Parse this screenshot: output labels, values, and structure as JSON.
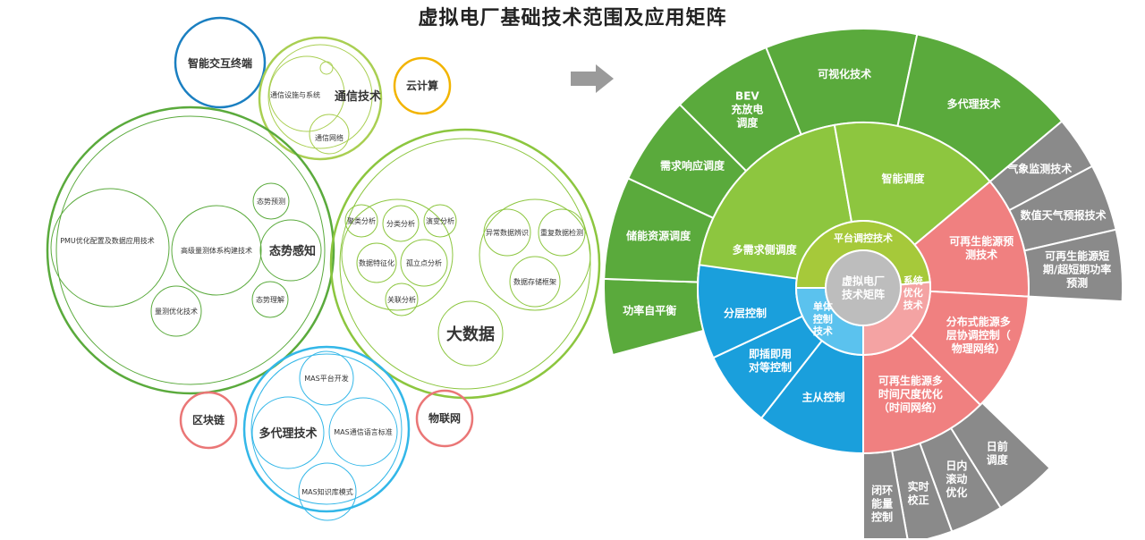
{
  "title": "虚拟电厂基础技术范围及应用矩阵",
  "bubbles": {
    "smart_terminal": "智能交互终端",
    "comm": "通信技术",
    "comm_devices": "通信设施与系统",
    "comm_network": "通信网络",
    "cloud": "云计算",
    "situation": "态势感知",
    "sit_predict": "态势预测",
    "sit_pmu": "PMU优化配置及数据应用技术",
    "sit_highdim": "高级量测体系构建技术",
    "sit_understand": "态势理解",
    "sit_measure": "量测优化技术",
    "bigdata": "大数据",
    "bd_cluster": "聚类分析",
    "bd_classify": "分类分析",
    "bd_evolve": "演变分析",
    "bd_feature": "数据特征化",
    "bd_outlier": "孤立点分析",
    "bd_assoc": "关联分析",
    "bd_anomaly": "异常数据辨识",
    "bd_duplicate": "重复数据检测",
    "bd_storage": "数据存储框架",
    "multiagent": "多代理技术",
    "ma_platform": "MAS平台开发",
    "ma_language": "MAS通信语言标准",
    "ma_knowledge": "MAS知识库模式",
    "blockchain": "区块链",
    "iot": "物联网"
  },
  "sunburst": {
    "center": [
      "虚拟电厂",
      "技术矩阵"
    ],
    "inner": {
      "platform": "平台调控技术",
      "system": [
        "系统",
        "优化",
        "技术"
      ],
      "unit": [
        "单体",
        "控制",
        "技术"
      ]
    },
    "middle": {
      "smart_dispatch": "智能调度",
      "demand_side": "多需求侧调度",
      "renewable_forecast": [
        "可再生能源预",
        "测技术"
      ],
      "distributed": [
        "分布式能源多",
        "层协调控制（",
        "物理网络）"
      ],
      "multi_timescale": [
        "可再生能源多",
        "时间尺度优化",
        "（时间网络）"
      ],
      "master_slave": "主从控制",
      "plug_play": [
        "即插即用",
        "对等控制"
      ],
      "layered": "分层控制"
    },
    "outer": {
      "visualization": "可视化技术",
      "multiagent": "多代理技术",
      "bev": [
        "BEV",
        "充放电",
        "调度"
      ],
      "demand_response": "需求响应调度",
      "storage": "储能资源调度",
      "power_balance": "功率自平衡",
      "weather": "气象监测技术",
      "nwp": "数值天气预报技术",
      "short_term": [
        "可再生能源短",
        "期/超短期功率",
        "预测"
      ],
      "day_ahead": [
        "日前",
        "调度"
      ],
      "intraday": [
        "日内",
        "滚动",
        "优化"
      ],
      "realtime": [
        "实时",
        "校正"
      ],
      "closed_loop": [
        "闭环",
        "能量",
        "控制"
      ]
    }
  },
  "colors": {
    "dark_green": "#5aaa3c",
    "light_green": "#8dc63f",
    "green_center": "#a6c93a",
    "pink": "#f08080",
    "pink_inner": "#f4a3a3",
    "blue": "#1a9fdc",
    "blue_inner": "#5bc2ee",
    "gray": "#8a8a8a",
    "center": "#bdbdbd",
    "smart_terminal_ring": "#1a7fc1",
    "cloud_ring": "#f2b400",
    "green_ring": "#8cc63f",
    "light_green_ring": "#a9cf52",
    "blue_ring": "#33b7e8",
    "pink_ring": "#ea7676"
  }
}
